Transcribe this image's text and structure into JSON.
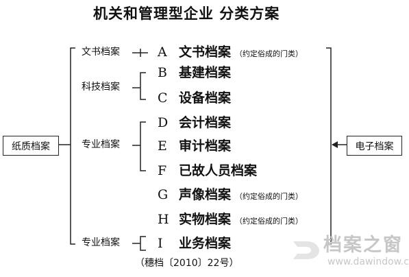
{
  "title": "机关和管理型企业 分类方案",
  "left_box": "纸质档案",
  "right_box": "电子档案",
  "groups": [
    {
      "label": "文书档案"
    },
    {
      "label": "科技档案"
    },
    {
      "label": "专业档案"
    },
    {
      "label": "专业档案"
    }
  ],
  "categories": [
    {
      "letter": "A",
      "name": "文书档案",
      "note": "（约定俗成的门类）"
    },
    {
      "letter": "B",
      "name": "基建档案",
      "note": ""
    },
    {
      "letter": "C",
      "name": "设备档案",
      "note": ""
    },
    {
      "letter": "D",
      "name": "会计档案",
      "note": ""
    },
    {
      "letter": "E",
      "name": "审计档案",
      "note": ""
    },
    {
      "letter": "F",
      "name": "已故人员档案",
      "note": ""
    },
    {
      "letter": "G",
      "name": "声像档案",
      "note": "（约定俗成的门类）"
    },
    {
      "letter": "H",
      "name": "实物档案",
      "note": "（约定俗成的门类）"
    },
    {
      "letter": "I",
      "name": "业务档案",
      "note": ""
    }
  ],
  "footer": "（穗档〔2010〕22号）",
  "watermark": {
    "text": "档案之窗",
    "url": "www.dawindow.com"
  }
}
